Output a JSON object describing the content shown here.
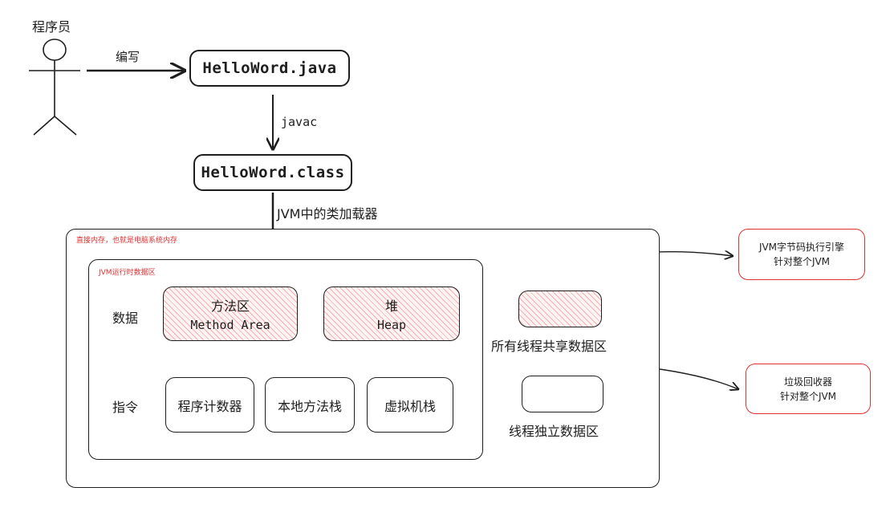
{
  "actor": {
    "label": "程序员"
  },
  "edges": {
    "write": "编写",
    "javac": "javac",
    "loader": "JVM中的类加载器"
  },
  "files": {
    "java": "HelloWord.java",
    "class": "HelloWord.class"
  },
  "memory": {
    "label": "直接内存，也就是电脑系统内存"
  },
  "runtime": {
    "label": "JVM运行时数据区",
    "data_label": "数据",
    "instr_label": "指令",
    "method_area": {
      "zh": "方法区",
      "en": "Method Area"
    },
    "heap": {
      "zh": "堆",
      "en": "Heap"
    },
    "pc_counter": "程序计数器",
    "native_stack": "本地方法栈",
    "vm_stack": "虚拟机栈"
  },
  "legend": {
    "shared": "所有线程共享数据区",
    "private": "线程独立数据区"
  },
  "notes": {
    "engine": [
      "JVM字节码执行引擎",
      "针对整个JVM"
    ],
    "gc": [
      "垃圾回收器",
      "针对整个JVM"
    ]
  },
  "colors": {
    "stroke": "#1e1e1e",
    "accent_red": "#e03131",
    "hatch": "#ffc9c9"
  }
}
